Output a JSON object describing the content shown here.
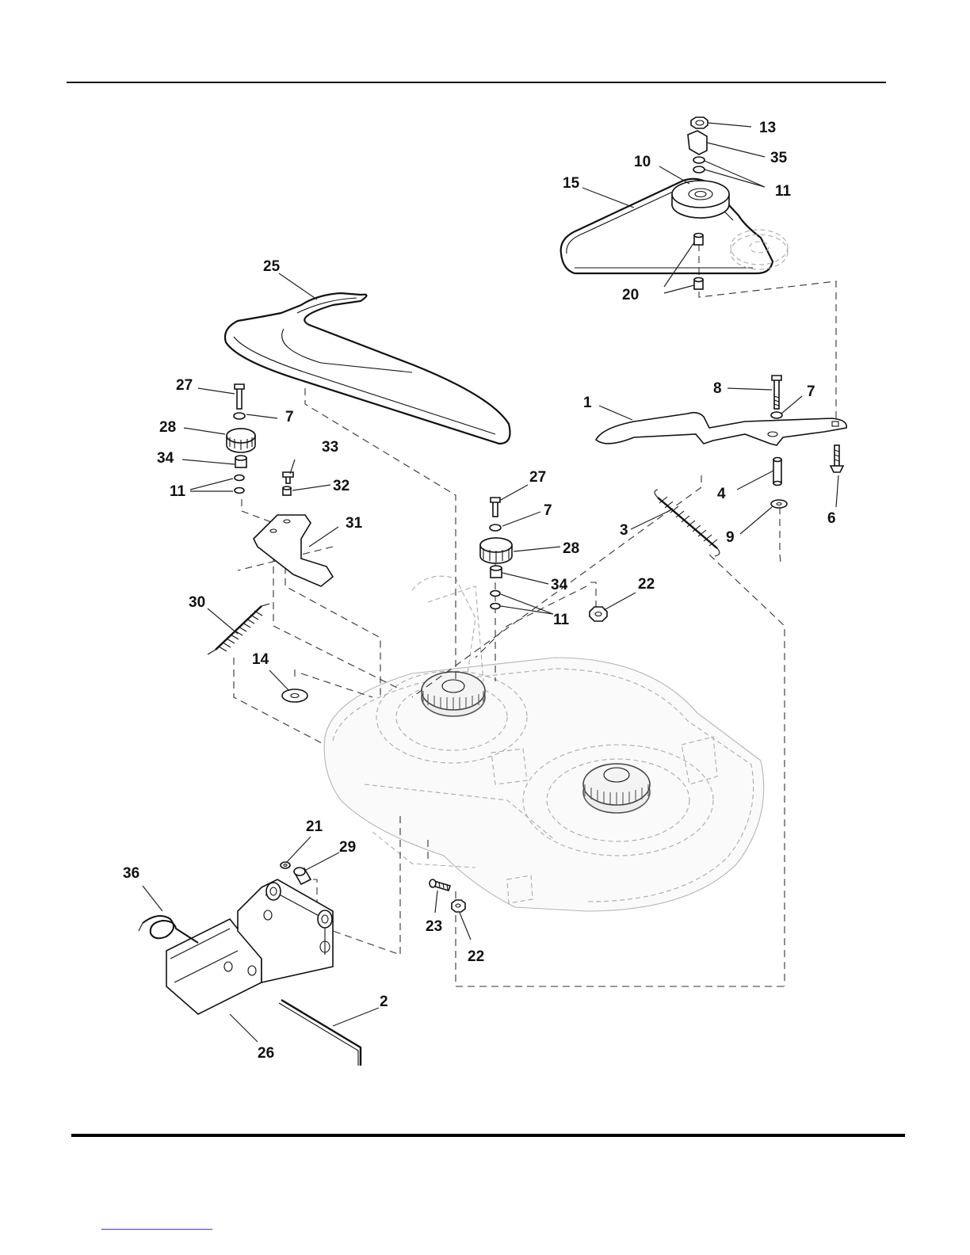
{
  "labels": [
    {
      "id": "13",
      "text": "13"
    },
    {
      "id": "35",
      "text": "35"
    },
    {
      "id": "10",
      "text": "10"
    },
    {
      "id": "15",
      "text": "15"
    },
    {
      "id": "11a",
      "text": "11"
    },
    {
      "id": "20",
      "text": "20"
    },
    {
      "id": "25",
      "text": "25"
    },
    {
      "id": "27a",
      "text": "27"
    },
    {
      "id": "7a",
      "text": "7"
    },
    {
      "id": "28a",
      "text": "28"
    },
    {
      "id": "34a",
      "text": "34"
    },
    {
      "id": "11b",
      "text": "11"
    },
    {
      "id": "33",
      "text": "33"
    },
    {
      "id": "32",
      "text": "32"
    },
    {
      "id": "31",
      "text": "31"
    },
    {
      "id": "30",
      "text": "30"
    },
    {
      "id": "14",
      "text": "14"
    },
    {
      "id": "27b",
      "text": "27"
    },
    {
      "id": "7b",
      "text": "7"
    },
    {
      "id": "28b",
      "text": "28"
    },
    {
      "id": "34b",
      "text": "34"
    },
    {
      "id": "11c",
      "text": "11"
    },
    {
      "id": "22a",
      "text": "22"
    },
    {
      "id": "1",
      "text": "1"
    },
    {
      "id": "8",
      "text": "8"
    },
    {
      "id": "7c",
      "text": "7"
    },
    {
      "id": "4",
      "text": "4"
    },
    {
      "id": "6",
      "text": "6"
    },
    {
      "id": "3",
      "text": "3"
    },
    {
      "id": "9",
      "text": "9"
    },
    {
      "id": "21",
      "text": "21"
    },
    {
      "id": "29",
      "text": "29"
    },
    {
      "id": "36",
      "text": "36"
    },
    {
      "id": "23",
      "text": "23"
    },
    {
      "id": "22b",
      "text": "22"
    },
    {
      "id": "2",
      "text": "2"
    },
    {
      "id": "26",
      "text": "26"
    }
  ]
}
